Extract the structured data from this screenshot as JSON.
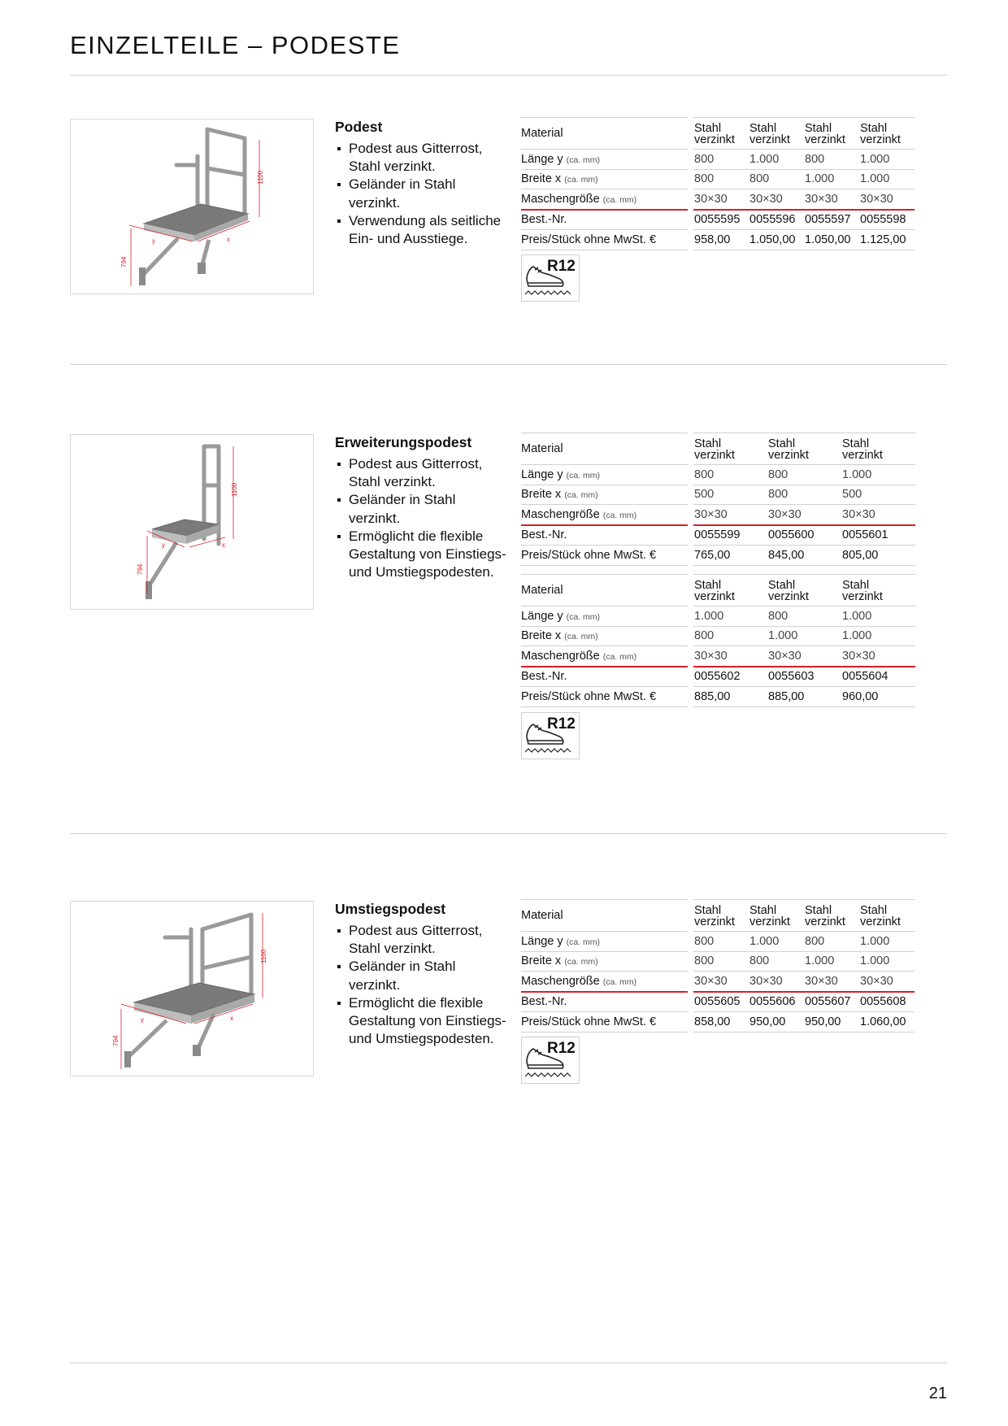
{
  "page": {
    "title": "EINZELTEILE – PODESTE",
    "number": "21"
  },
  "common": {
    "rows": {
      "material": "Material",
      "laenge": "Länge y",
      "breite": "Breite x",
      "masche": "Maschengröße",
      "bestnr": "Best.-Nr.",
      "preis": "Preis/Stück ohne MwSt. €",
      "unit_note": "(ca. mm)"
    },
    "badge": "R12",
    "fig": {
      "height_label": "1100",
      "depth_label": "794",
      "y_label": "y",
      "x_label": "x"
    }
  },
  "products": [
    {
      "title": "Podest",
      "bullets": [
        "Podest aus Gitterrost, Stahl verzinkt.",
        "Geländer in Stahl verzinkt.",
        "Verwendung als seitliche Ein- und Ausstiege."
      ],
      "tables": [
        {
          "columns": [
            {
              "mat1": "Stahl",
              "mat2": "verzinkt",
              "laenge": "800",
              "breite": "800",
              "masche": "30×30",
              "bestnr": "0055595",
              "preis": "958,00"
            },
            {
              "mat1": "Stahl",
              "mat2": "verzinkt",
              "laenge": "1.000",
              "breite": "800",
              "masche": "30×30",
              "bestnr": "0055596",
              "preis": "1.050,00"
            },
            {
              "mat1": "Stahl",
              "mat2": "verzinkt",
              "laenge": "800",
              "breite": "1.000",
              "masche": "30×30",
              "bestnr": "0055597",
              "preis": "1.050,00"
            },
            {
              "mat1": "Stahl",
              "mat2": "verzinkt",
              "laenge": "1.000",
              "breite": "1.000",
              "masche": "30×30",
              "bestnr": "0055598",
              "preis": "1.125,00"
            }
          ]
        }
      ]
    },
    {
      "title": "Erweiterungspodest",
      "bullets": [
        "Podest aus Gitterrost, Stahl verzinkt.",
        "Geländer in Stahl verzinkt.",
        "Ermöglicht die flexible Gestaltung von Einstiegs- und Umstiegspodesten."
      ],
      "tables": [
        {
          "columns": [
            {
              "mat1": "Stahl",
              "mat2": "verzinkt",
              "laenge": "800",
              "breite": "500",
              "masche": "30×30",
              "bestnr": "0055599",
              "preis": "765,00"
            },
            {
              "mat1": "Stahl",
              "mat2": "verzinkt",
              "laenge": "800",
              "breite": "800",
              "masche": "30×30",
              "bestnr": "0055600",
              "preis": "845,00"
            },
            {
              "mat1": "Stahl",
              "mat2": "verzinkt",
              "laenge": "1.000",
              "breite": "500",
              "masche": "30×30",
              "bestnr": "0055601",
              "preis": "805,00"
            }
          ]
        },
        {
          "columns": [
            {
              "mat1": "Stahl",
              "mat2": "verzinkt",
              "laenge": "1.000",
              "breite": "800",
              "masche": "30×30",
              "bestnr": "0055602",
              "preis": "885,00"
            },
            {
              "mat1": "Stahl",
              "mat2": "verzinkt",
              "laenge": "800",
              "breite": "1.000",
              "masche": "30×30",
              "bestnr": "0055603",
              "preis": "885,00"
            },
            {
              "mat1": "Stahl",
              "mat2": "verzinkt",
              "laenge": "1.000",
              "breite": "1.000",
              "masche": "30×30",
              "bestnr": "0055604",
              "preis": "960,00"
            }
          ]
        }
      ]
    },
    {
      "title": "Umstiegspodest",
      "bullets": [
        "Podest aus Gitterrost, Stahl verzinkt.",
        "Geländer in Stahl verzinkt.",
        "Ermöglicht die flexible Gestaltung von Einstiegs- und Umstiegspodesten."
      ],
      "tables": [
        {
          "columns": [
            {
              "mat1": "Stahl",
              "mat2": "verzinkt",
              "laenge": "800",
              "breite": "800",
              "masche": "30×30",
              "bestnr": "0055605",
              "preis": "858,00"
            },
            {
              "mat1": "Stahl",
              "mat2": "verzinkt",
              "laenge": "1.000",
              "breite": "800",
              "masche": "30×30",
              "bestnr": "0055606",
              "preis": "950,00"
            },
            {
              "mat1": "Stahl",
              "mat2": "verzinkt",
              "laenge": "800",
              "breite": "1.000",
              "masche": "30×30",
              "bestnr": "0055607",
              "preis": "950,00"
            },
            {
              "mat1": "Stahl",
              "mat2": "verzinkt",
              "laenge": "1.000",
              "breite": "1.000",
              "masche": "30×30",
              "bestnr": "0055608",
              "preis": "1.060,00"
            }
          ]
        }
      ]
    }
  ]
}
